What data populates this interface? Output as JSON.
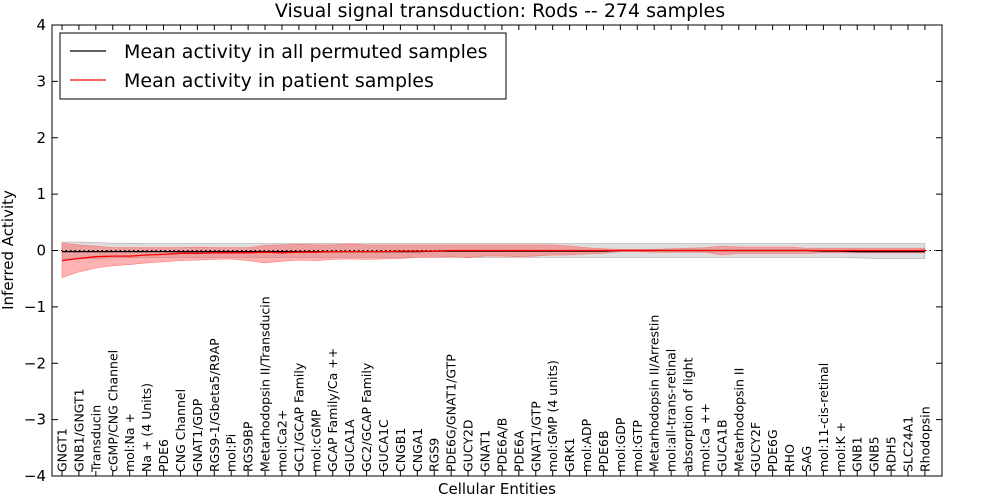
{
  "chart_data": {
    "type": "line",
    "title": "Visual signal transduction: Rods -- 274 samples",
    "xlabel": "Cellular Entities",
    "ylabel": "Inferred Activity",
    "ylim": [
      -4,
      4
    ],
    "yticks": [
      4,
      3,
      2,
      1,
      0,
      -1,
      -2,
      -3,
      -4
    ],
    "ytick_labels": [
      "4",
      "3",
      "2",
      "1",
      "0",
      "−1",
      "−2",
      "−3",
      "−4"
    ],
    "legend_position": "top-left",
    "categories": [
      "GNGT1",
      "GNB1/GNGT1",
      "Transducin",
      "cGMP/CNG Channel",
      "mol:Na +",
      "Na + (4 Units)",
      "PDE6",
      "CNG Channel",
      "GNAT1/GDP",
      "RGS9-1/Gbeta5/R9AP",
      "mol:Pi",
      "RGS9BP",
      "Metarhodopsin II/Transducin",
      "mol:Ca2+",
      "GC1/GCAP Family",
      "mol:cGMP",
      "GCAP Family/Ca ++",
      "GUCA1A",
      "GC2/GCAP Family",
      "GUCA1C",
      "CNGB1",
      "CNGA1",
      "RGS9",
      "PDE6G/GNAT1/GTP",
      "GUCY2D",
      "GNAT1",
      "PDE6A/B",
      "PDE6A",
      "GNAT1/GTP",
      "mol:GMP (4 units)",
      "GRK1",
      "mol:ADP",
      "PDE6B",
      "mol:GDP",
      "mol:GTP",
      "Metarhodopsin II/Arrestin",
      "mol:all-trans-retinal",
      "absorption of light",
      "mol:Ca ++",
      "GUCA1B",
      "Metarhodopsin II",
      "GUCY2F",
      "PDE6G",
      "RHO",
      "SAG",
      "mol:11-cis-retinal",
      "mol:K +",
      "GNB1",
      "GNB5",
      "RDH5",
      "SLC24A1",
      "Rhodopsin"
    ],
    "series": [
      {
        "name": "Mean activity in all permuted samples",
        "color": "#000000",
        "values": [
          -0.02,
          -0.02,
          -0.02,
          -0.02,
          -0.02,
          -0.02,
          -0.02,
          -0.02,
          -0.02,
          -0.02,
          -0.02,
          -0.02,
          -0.02,
          -0.02,
          -0.02,
          -0.02,
          -0.02,
          -0.02,
          -0.02,
          -0.02,
          -0.02,
          -0.02,
          -0.01,
          -0.01,
          -0.01,
          -0.01,
          -0.01,
          -0.01,
          -0.01,
          -0.01,
          -0.01,
          -0.01,
          -0.01,
          0.0,
          0.0,
          0.0,
          0.0,
          0.0,
          0.0,
          0.0,
          0.0,
          0.0,
          0.0,
          0.0,
          0.0,
          -0.01,
          -0.01,
          -0.02,
          -0.02,
          -0.02,
          -0.02,
          -0.02
        ],
        "band_upper": [
          0.15,
          0.15,
          0.14,
          0.13,
          0.13,
          0.12,
          0.12,
          0.12,
          0.12,
          0.12,
          0.12,
          0.12,
          0.12,
          0.12,
          0.12,
          0.12,
          0.12,
          0.12,
          0.12,
          0.12,
          0.12,
          0.12,
          0.12,
          0.12,
          0.12,
          0.12,
          0.12,
          0.12,
          0.12,
          0.12,
          0.12,
          0.12,
          0.12,
          0.12,
          0.12,
          0.12,
          0.12,
          0.12,
          0.12,
          0.12,
          0.12,
          0.12,
          0.12,
          0.12,
          0.12,
          0.12,
          0.12,
          0.12,
          0.12,
          0.12,
          0.12,
          0.12
        ],
        "band_lower": [
          -0.15,
          -0.15,
          -0.14,
          -0.13,
          -0.13,
          -0.12,
          -0.12,
          -0.12,
          -0.12,
          -0.12,
          -0.12,
          -0.12,
          -0.12,
          -0.12,
          -0.12,
          -0.12,
          -0.12,
          -0.12,
          -0.12,
          -0.12,
          -0.12,
          -0.12,
          -0.12,
          -0.12,
          -0.12,
          -0.12,
          -0.12,
          -0.12,
          -0.12,
          -0.12,
          -0.12,
          -0.12,
          -0.12,
          -0.12,
          -0.12,
          -0.12,
          -0.12,
          -0.12,
          -0.12,
          -0.12,
          -0.12,
          -0.12,
          -0.12,
          -0.12,
          -0.12,
          -0.12,
          -0.12,
          -0.13,
          -0.14,
          -0.14,
          -0.14,
          -0.14
        ]
      },
      {
        "name": "Mean activity in patient samples",
        "color": "#ff0000",
        "values": [
          -0.18,
          -0.14,
          -0.11,
          -0.1,
          -0.1,
          -0.08,
          -0.07,
          -0.05,
          -0.05,
          -0.04,
          -0.04,
          -0.04,
          -0.03,
          -0.04,
          -0.03,
          -0.03,
          -0.02,
          -0.02,
          -0.02,
          -0.02,
          -0.01,
          -0.01,
          -0.01,
          0.0,
          0.0,
          0.0,
          0.0,
          0.0,
          0.0,
          0.0,
          0.0,
          0.0,
          0.0,
          0.0,
          0.0,
          0.0,
          0.0,
          0.0,
          0.0,
          0.0,
          0.0,
          0.0,
          0.0,
          0.0,
          0.0,
          0.0,
          0.0,
          0.0,
          0.0,
          0.0,
          0.0,
          0.0
        ],
        "band_upper": [
          0.13,
          0.1,
          0.08,
          0.05,
          0.05,
          0.05,
          0.05,
          0.05,
          0.06,
          0.05,
          0.05,
          0.05,
          0.09,
          0.1,
          0.11,
          0.1,
          0.1,
          0.12,
          0.1,
          0.1,
          0.1,
          0.1,
          0.1,
          0.1,
          0.1,
          0.1,
          0.1,
          0.1,
          0.1,
          0.1,
          0.08,
          0.05,
          0.03,
          0.02,
          0.02,
          0.02,
          0.03,
          0.04,
          0.05,
          0.08,
          0.06,
          0.06,
          0.06,
          0.06,
          0.04,
          0.04,
          0.04,
          0.04,
          0.04,
          0.04,
          0.04,
          0.04
        ],
        "band_lower": [
          -0.48,
          -0.38,
          -0.31,
          -0.27,
          -0.25,
          -0.22,
          -0.2,
          -0.18,
          -0.17,
          -0.16,
          -0.15,
          -0.18,
          -0.22,
          -0.19,
          -0.17,
          -0.18,
          -0.16,
          -0.15,
          -0.16,
          -0.15,
          -0.14,
          -0.12,
          -0.12,
          -0.11,
          -0.13,
          -0.1,
          -0.1,
          -0.11,
          -0.1,
          -0.08,
          -0.08,
          -0.06,
          -0.05,
          -0.02,
          -0.02,
          -0.03,
          -0.03,
          -0.03,
          -0.03,
          -0.08,
          -0.05,
          -0.05,
          -0.05,
          -0.05,
          -0.05,
          -0.04,
          -0.04,
          -0.04,
          -0.04,
          -0.04,
          -0.04,
          -0.04
        ]
      }
    ],
    "reference_line": {
      "y": 0,
      "style": "dotted",
      "color": "#000000"
    }
  }
}
